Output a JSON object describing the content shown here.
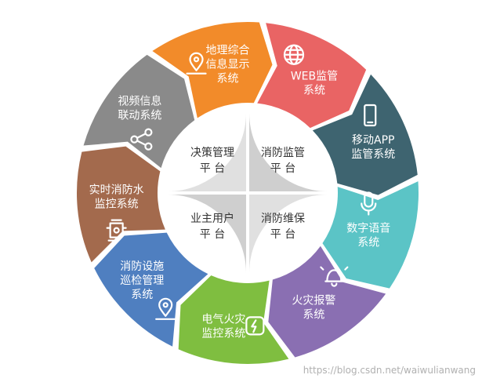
{
  "segments": [
    {
      "lines": [
        "实时消防水",
        "监控系统"
      ],
      "color": "#a36a4d",
      "icon": "fire-hydrant-icon"
    },
    {
      "lines": [
        "视频信息",
        "联动系统"
      ],
      "color": "#8a8a8a",
      "icon": "share-icon"
    },
    {
      "lines": [
        "地理综合",
        "信息显示",
        "系统"
      ],
      "color": "#f28b2a",
      "icon": "map-pin-icon"
    },
    {
      "lines": [
        "WEB监管",
        "系统"
      ],
      "color": "#e96464",
      "icon": "globe-icon"
    },
    {
      "lines": [
        "移动APP",
        "监管系统"
      ],
      "color": "#3e6470",
      "icon": "phone-icon"
    },
    {
      "lines": [
        "数字语音",
        "系统"
      ],
      "color": "#5bc4c6",
      "icon": "microphone-icon"
    },
    {
      "lines": [
        "火灾报警",
        "系统"
      ],
      "color": "#8a6fb2",
      "icon": "alarm-bell-icon"
    },
    {
      "lines": [
        "电气火灾",
        "监控系统"
      ],
      "color": "#7fbe40",
      "icon": "power-socket-icon"
    },
    {
      "lines": [
        "消防设施",
        "巡检管理",
        "系统"
      ],
      "color": "#4f7fc0",
      "icon": "location-pin-icon"
    }
  ],
  "center": [
    {
      "lines": [
        "决策管理",
        "平 台"
      ]
    },
    {
      "lines": [
        "消防监管",
        "平 台"
      ]
    },
    {
      "lines": [
        "业主用户",
        "平 台"
      ]
    },
    {
      "lines": [
        "消防维保",
        "平 台"
      ]
    }
  ],
  "center_colors": {
    "light": "#e0e0e0",
    "dark": "#cfcfcf"
  },
  "watermark": "https://blog.csdn.net/waiwulianwang"
}
